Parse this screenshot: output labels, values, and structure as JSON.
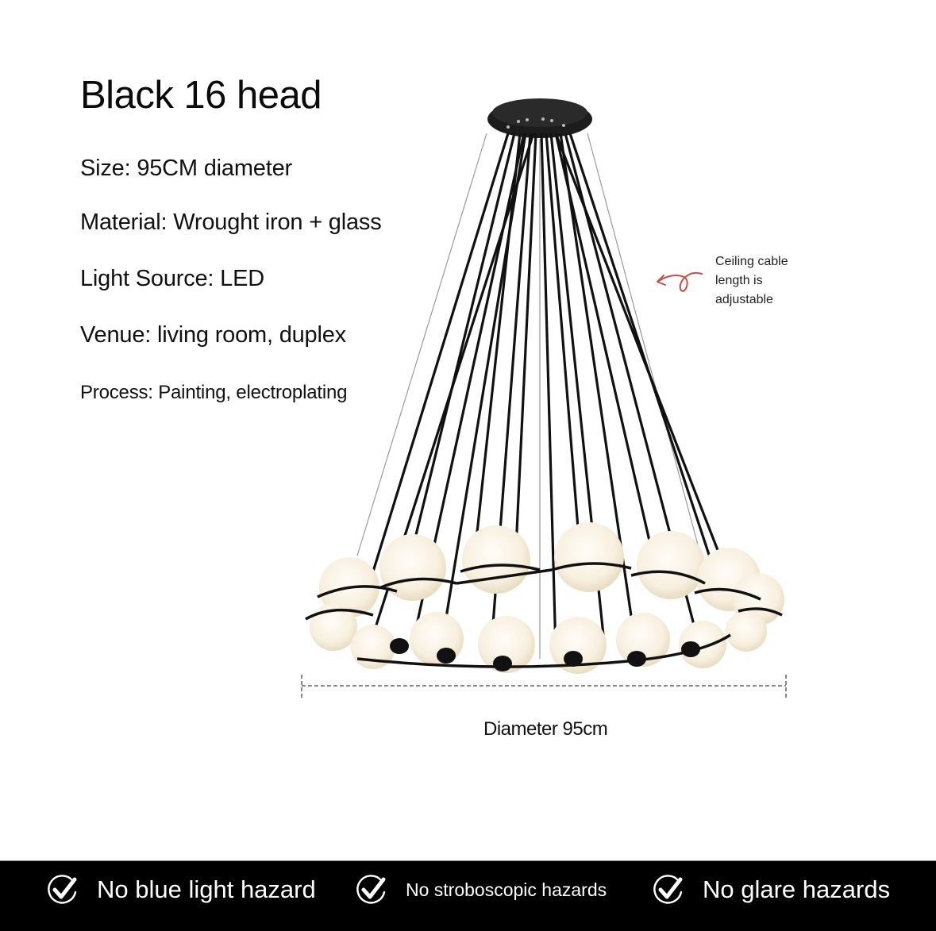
{
  "product": {
    "title": "Black 16 head",
    "specs": [
      {
        "text": "Size: 95CM diameter"
      },
      {
        "text": "Material: Wrought iron + glass"
      },
      {
        "text": "Light Source: LED"
      },
      {
        "text": "Venue: living room, duplex"
      },
      {
        "text": "Process: Painting, electroplating"
      }
    ]
  },
  "annotation": {
    "text": "Ceiling cable\nlength is\nadjustable",
    "arrow_icon": "hand-drawn-arrow-icon",
    "arrow_color": "#c0504d"
  },
  "dimension": {
    "label": "Diameter 95cm"
  },
  "features": [
    {
      "icon": "check-circle-icon",
      "label": "No blue light hazard"
    },
    {
      "icon": "check-circle-icon",
      "label": "No stroboscopic hazards"
    },
    {
      "icon": "check-circle-icon",
      "label": "No glare hazards"
    }
  ],
  "colors": {
    "footer_bg": "#000000",
    "footer_text": "#ffffff",
    "globe": "#f7efdf",
    "metal": "#141414"
  }
}
